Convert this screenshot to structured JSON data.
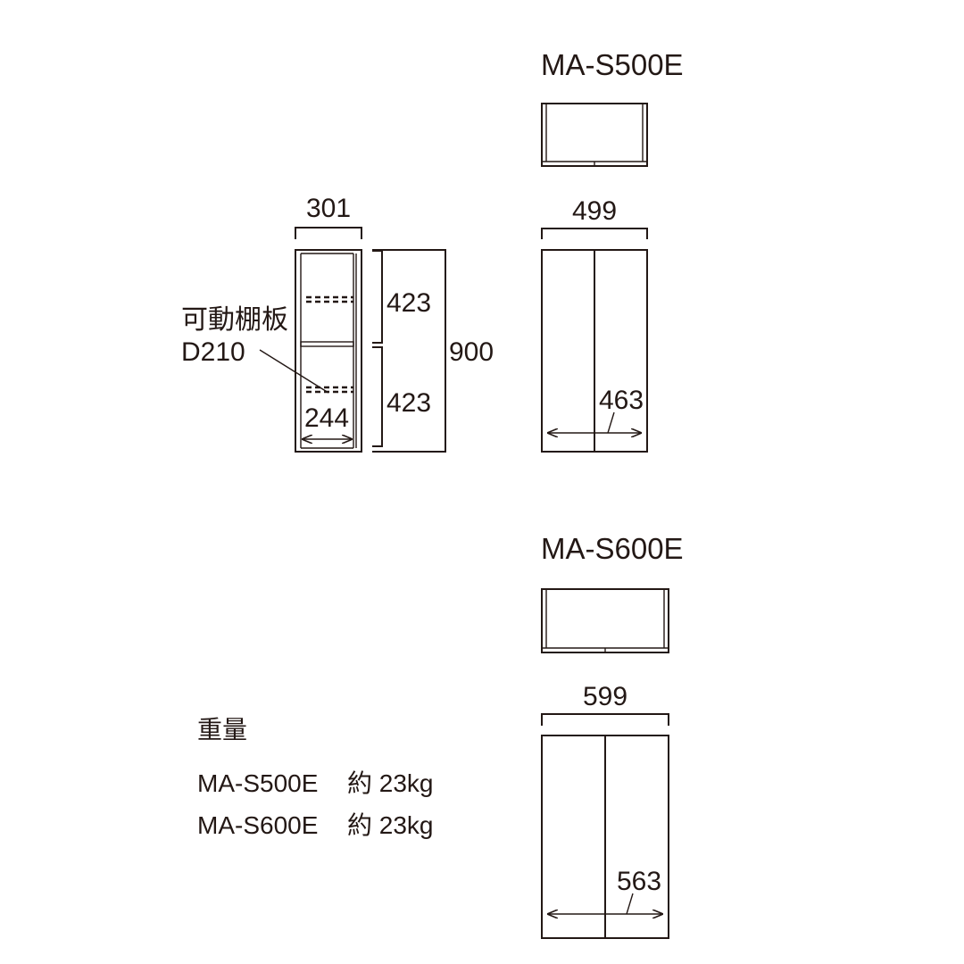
{
  "side_view": {
    "width": "301",
    "height_total": "900",
    "section_upper": "423",
    "section_lower": "423",
    "inner_depth": "244",
    "shelf_label_line1": "可動棚板",
    "shelf_label_line2": "D210"
  },
  "models": [
    {
      "name": "MA-S500E",
      "width": "499",
      "inner_width": "463"
    },
    {
      "name": "MA-S600E",
      "width": "599",
      "inner_width": "563"
    }
  ],
  "weight": {
    "heading": "重量",
    "rows": [
      {
        "model": "MA-S500E",
        "value": "約 23kg"
      },
      {
        "model": "MA-S600E",
        "value": "約 23kg"
      }
    ]
  },
  "colors": {
    "line": "#231815",
    "background": "#ffffff"
  }
}
